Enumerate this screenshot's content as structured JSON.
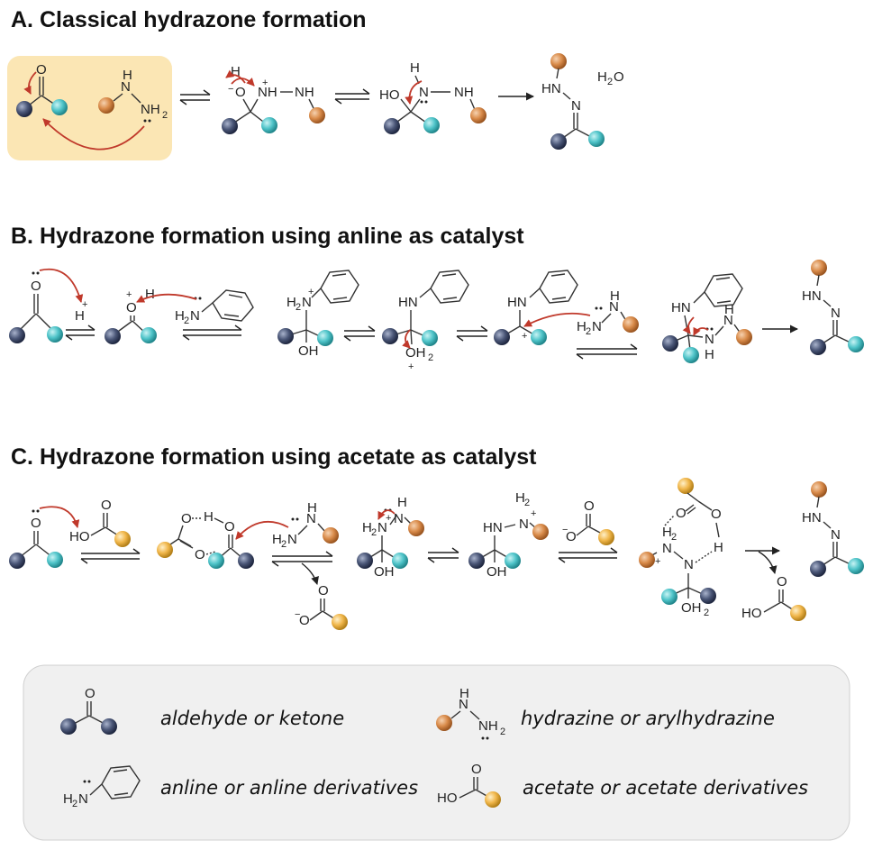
{
  "sections": {
    "a_title": "A. Classical hydrazone formation",
    "b_title": "B. Hydrazone formation using anline as catalyst",
    "c_title": "C. Hydrazone formation using acetate as catalyst"
  },
  "legend": {
    "carbonyl": "aldehyde or ketone",
    "hydrazine": "hydrazine or arylhydrazine",
    "aniline": "anline or anline derivatives",
    "acetate": "acetate or acetate derivatives"
  },
  "labels": {
    "O": "O",
    "H": "H",
    "HO": "HO",
    "OH": "OH",
    "NH": "NH",
    "NH2": "NH",
    "H2N": "H",
    "HN": "HN",
    "N": "N",
    "Nminus": "N",
    "water": "H",
    "two": "2",
    "OH2": "OH",
    "plus": "+",
    "minus": "−",
    "hplus": "H"
  },
  "colors": {
    "navy": "#3d4a6b",
    "teal": "#4fc4c9",
    "orange": "#d98b4a",
    "gold": "#f0b64a",
    "highlight": "#fbe6b4",
    "legend_bg": "#f0f0f0",
    "curly_arrow": "#c0392b"
  }
}
